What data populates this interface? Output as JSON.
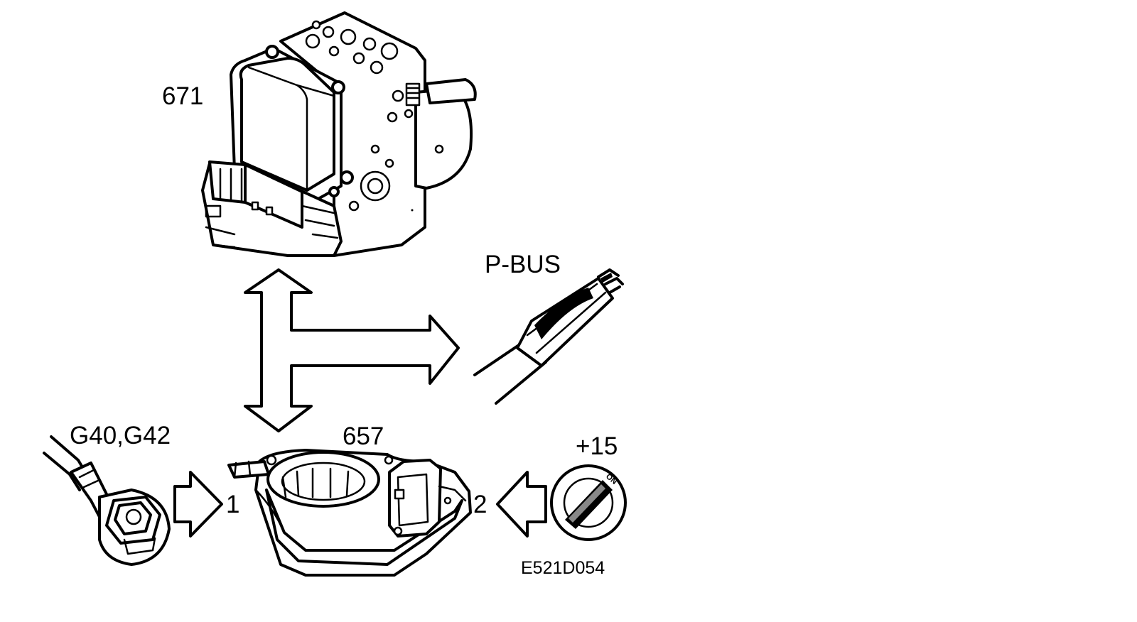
{
  "labels": {
    "abs_unit": "671",
    "steering_sensor": "657",
    "pbus": "P-BUS",
    "ground": "G40,G42",
    "ignition": "+15",
    "input_ground": "1",
    "input_ignition": "2",
    "switch_on": "ON",
    "figure_code": "E521D054"
  }
}
